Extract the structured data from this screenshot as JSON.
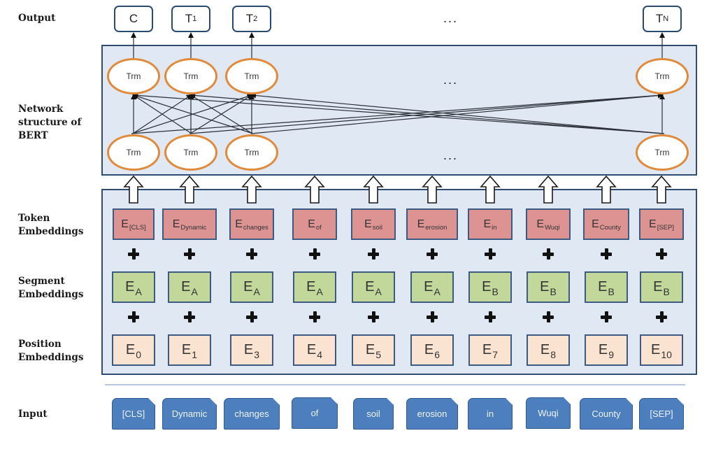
{
  "row_labels": {
    "output": "Output",
    "network": [
      "Network",
      "structure of",
      "BERT"
    ],
    "token": [
      "Token",
      "Embeddings"
    ],
    "segment": [
      "Segment",
      "Embeddings"
    ],
    "position": [
      "Position",
      "Embeddings"
    ],
    "input": "Input"
  },
  "outputs": [
    {
      "base": "C",
      "sub": ""
    },
    {
      "base": "T",
      "sub": "1"
    },
    {
      "base": "T",
      "sub": "2"
    },
    {
      "base": "T",
      "sub": "N"
    }
  ],
  "ellipsis": "...",
  "trm_label": "Trm",
  "token_embeddings": [
    {
      "base": "E",
      "sub": "[CLS]"
    },
    {
      "base": "E",
      "sub": "Dynamic"
    },
    {
      "base": "E",
      "sub": "changes"
    },
    {
      "base": "E",
      "sub": "of"
    },
    {
      "base": "E",
      "sub": "soil"
    },
    {
      "base": "E",
      "sub": "erosion"
    },
    {
      "base": "E",
      "sub": "in"
    },
    {
      "base": "E",
      "sub": "Wuqi"
    },
    {
      "base": "E",
      "sub": "County"
    },
    {
      "base": "E",
      "sub": "[SEP]"
    }
  ],
  "segment_embeddings": [
    {
      "base": "E",
      "sub": "A"
    },
    {
      "base": "E",
      "sub": "A"
    },
    {
      "base": "E",
      "sub": "A"
    },
    {
      "base": "E",
      "sub": "A"
    },
    {
      "base": "E",
      "sub": "A"
    },
    {
      "base": "E",
      "sub": "A"
    },
    {
      "base": "E",
      "sub": "B"
    },
    {
      "base": "E",
      "sub": "B"
    },
    {
      "base": "E",
      "sub": "B"
    },
    {
      "base": "E",
      "sub": "B"
    }
  ],
  "position_embeddings": [
    {
      "base": "E",
      "sub": "0"
    },
    {
      "base": "E",
      "sub": "1"
    },
    {
      "base": "E",
      "sub": "3"
    },
    {
      "base": "E",
      "sub": "4"
    },
    {
      "base": "E",
      "sub": "5"
    },
    {
      "base": "E",
      "sub": "6"
    },
    {
      "base": "E",
      "sub": "7"
    },
    {
      "base": "E",
      "sub": "8"
    },
    {
      "base": "E",
      "sub": "9"
    },
    {
      "base": "E",
      "sub": "10"
    }
  ],
  "input_tokens": [
    "[CLS]",
    "Dynamic",
    "changes",
    "of",
    "soil",
    "erosion",
    "in",
    "Wuqi",
    "County",
    "[SEP]"
  ],
  "colors": {
    "frame_fill": "#dfe8f3",
    "frame_border": "#2f4c72",
    "trm_border": "#e08a3c",
    "token_fill": "#de9393",
    "segment_fill": "#c2d79a",
    "position_fill": "#fbe3d2",
    "input_fill": "#4d7fbe"
  }
}
